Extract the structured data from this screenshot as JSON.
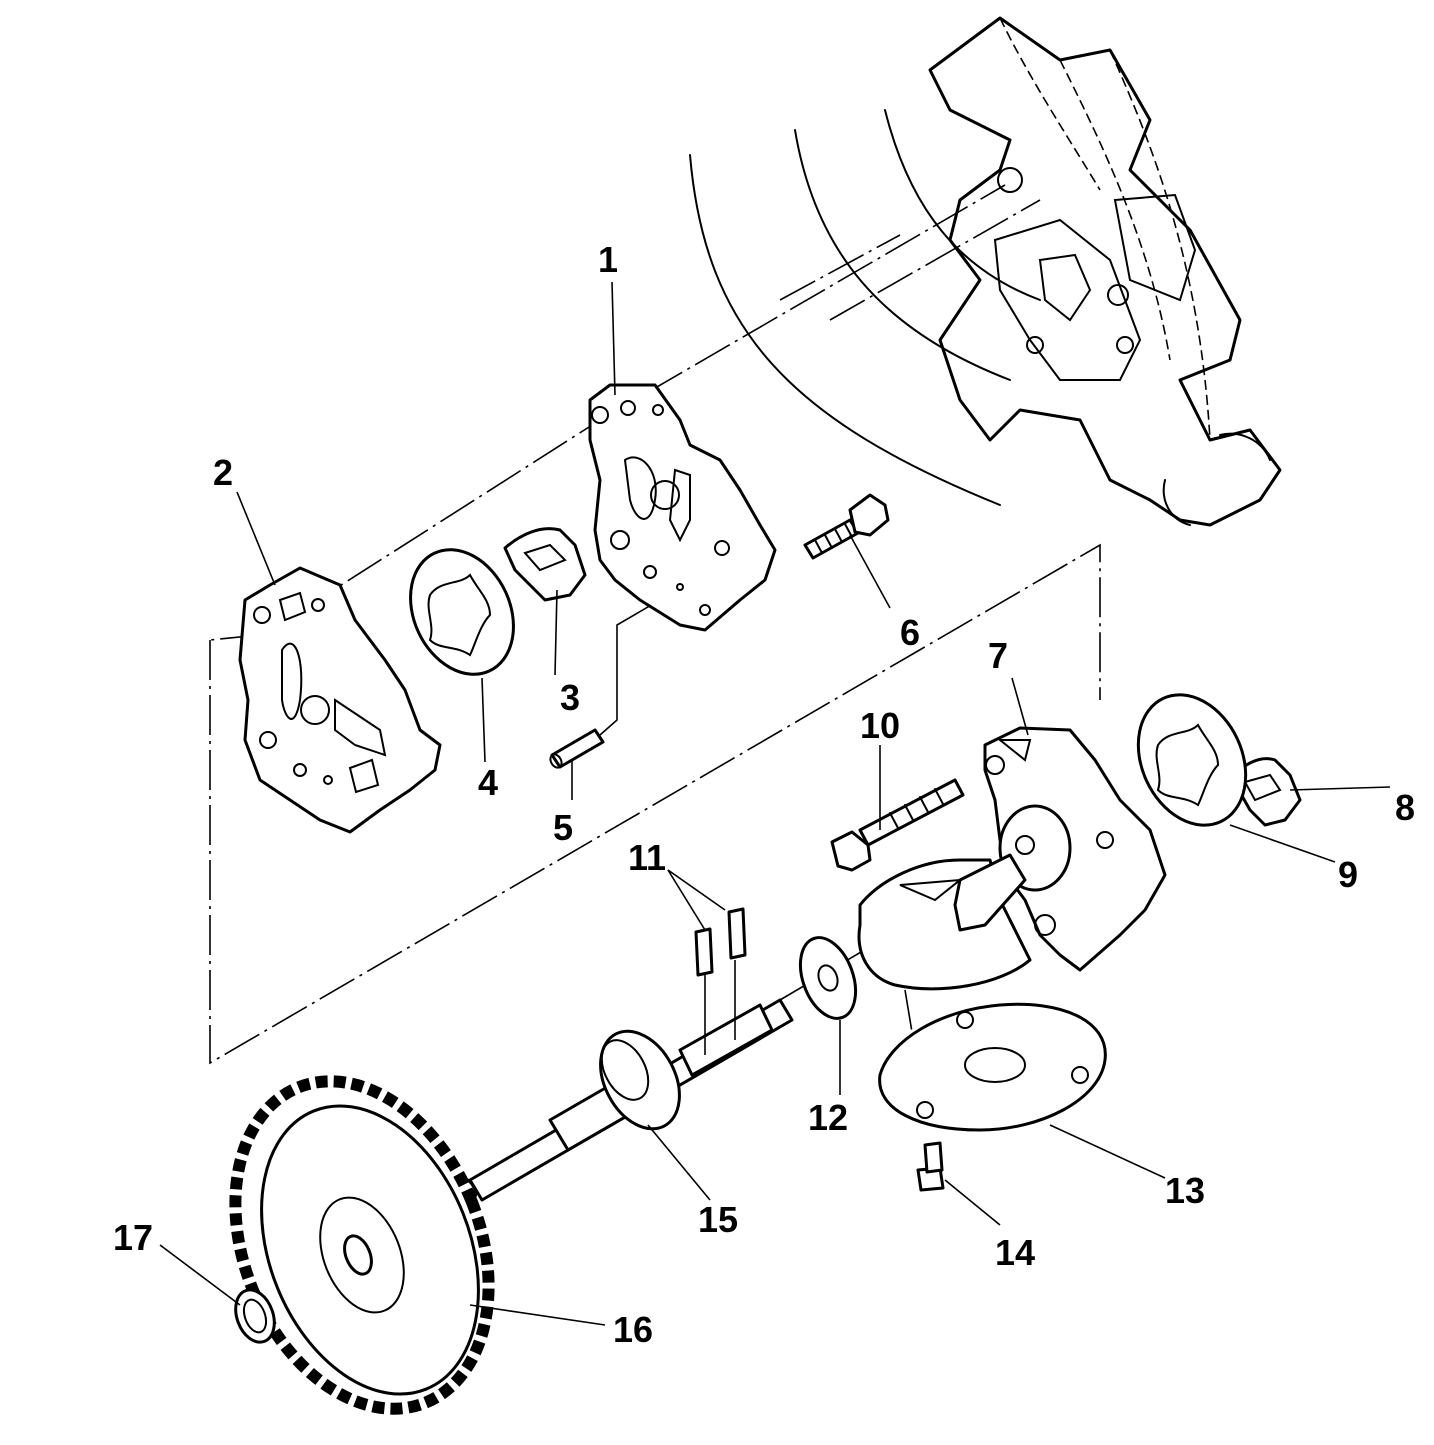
{
  "callouts": [
    {
      "id": 1,
      "text": "1"
    },
    {
      "id": 2,
      "text": "2"
    },
    {
      "id": 3,
      "text": "3"
    },
    {
      "id": 4,
      "text": "4"
    },
    {
      "id": 5,
      "text": "5"
    },
    {
      "id": 6,
      "text": "6"
    },
    {
      "id": 7,
      "text": "7"
    },
    {
      "id": 8,
      "text": "8"
    },
    {
      "id": 9,
      "text": "9"
    },
    {
      "id": 10,
      "text": "10"
    },
    {
      "id": 11,
      "text": "11"
    },
    {
      "id": 12,
      "text": "12"
    },
    {
      "id": 13,
      "text": "13"
    },
    {
      "id": 14,
      "text": "14"
    },
    {
      "id": 15,
      "text": "15"
    },
    {
      "id": 16,
      "text": "16"
    },
    {
      "id": 17,
      "text": "17"
    }
  ]
}
